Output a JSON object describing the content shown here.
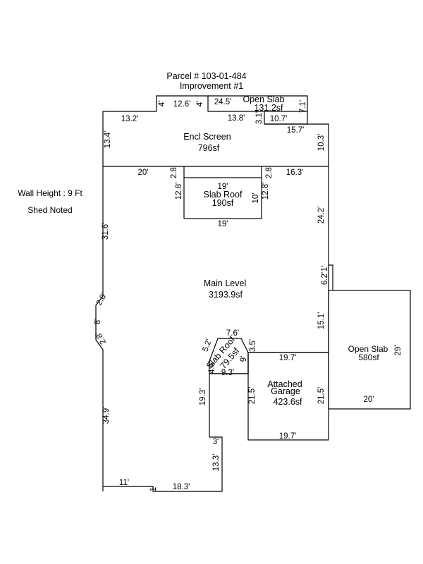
{
  "header": {
    "parcel": "Parcel # 103-01-484",
    "improvement": "Improvement #1"
  },
  "notes": {
    "wall_height": "Wall Height : 9 Ft",
    "shed": "Shed Noted"
  },
  "areas": {
    "open_slab_top": {
      "name": "Open Slab",
      "area": "131.2sf"
    },
    "encl_screen": {
      "name": "Encl Screen",
      "area": "796sf"
    },
    "slab_roof_top": {
      "name": "Slab Roof",
      "area": "190sf"
    },
    "main_level": {
      "name": "Main Level",
      "area": "3193.9sf"
    },
    "slab_roof_small": {
      "name": "Slab Roof",
      "area": "79.5sf"
    },
    "garage": {
      "name1": "Attached",
      "name2": "Garage",
      "area": "423.6sf"
    },
    "open_slab_right": {
      "name": "Open Slab",
      "area": "580sf"
    }
  },
  "dims": {
    "d_4a": "4'",
    "d_12_6": "12.6'",
    "d_4b": "4'",
    "d_24_5": "24.5'",
    "d_7_1": "7.1'",
    "d_13_2": "13.2'",
    "d_13_8": "13.8'",
    "d_3_1": "3.1'",
    "d_10_7": "10.7'",
    "d_15_7": "15.7'",
    "d_13_4": "13.4'",
    "d_10_3": "10.3'",
    "d_20a": "20'",
    "d_2_8a": "2.8'",
    "d_2_8b": "2.8'",
    "d_16_3": "16.3'",
    "d_19a": "19'",
    "d_12_8a": "12.8'",
    "d_10": "10'",
    "d_12_8b": "12.8'",
    "d_19b": "19'",
    "d_24_2": "24.2'",
    "d_31_6": "31.6'",
    "d_1a": "1'",
    "d_6_2": "6.2'",
    "d_2_8c": "2.8'",
    "d_8": "8'",
    "d_2_8d": "2.8'",
    "d_15_1": "15.1'",
    "d_7_6": "7.6'",
    "d_5_2": "5.2'",
    "d_3_5": "3.5'",
    "d_19_7a": "19.7'",
    "d_29": "29'",
    "d_4_6": "4.6'",
    "d_9": "9'",
    "d_9_3": "9.3'",
    "d_19_3": "19.3'",
    "d_21_5a": "21.5'",
    "d_21_5b": "21.5'",
    "d_20b": "20'",
    "d_34_9": "34.9'",
    "d_3": "3'",
    "d_19_7b": "19.7'",
    "d_13_3": "13.3'",
    "d_11": "11'",
    "d_1b": "1'",
    "d_18_3": "18.3'"
  }
}
